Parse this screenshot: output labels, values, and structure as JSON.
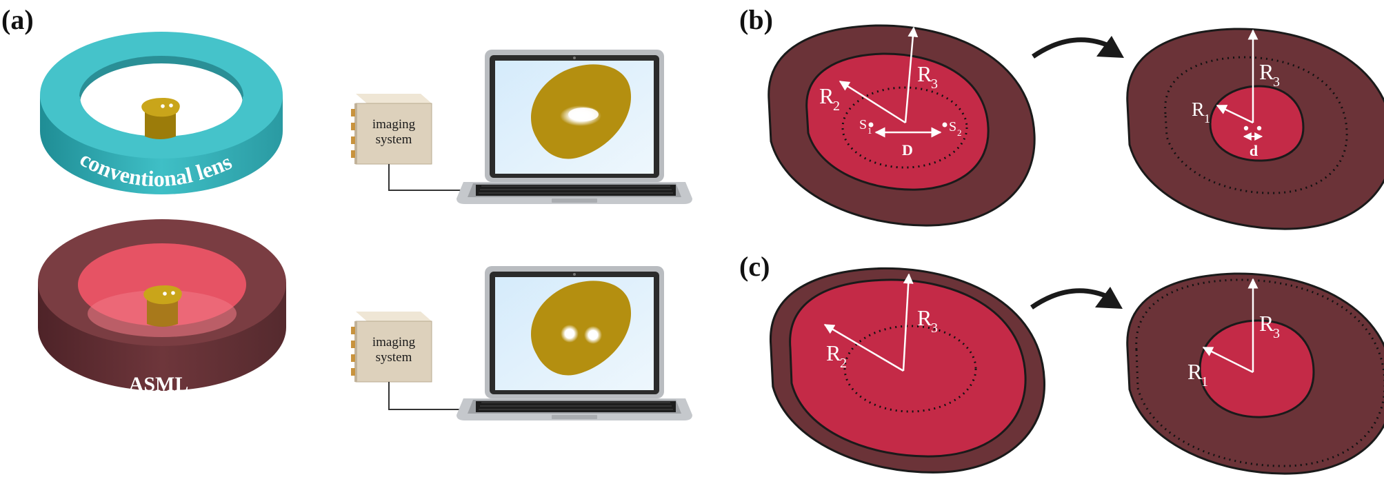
{
  "panels": {
    "a": "(a)",
    "b": "(b)",
    "c": "(c)"
  },
  "lenses": {
    "conventional": "conventional lens",
    "asml": "ASML"
  },
  "imaging_system_line1": "imaging",
  "imaging_system_line2": "system",
  "radii": {
    "R1": "R",
    "R1_sub": "1",
    "R2": "R",
    "R2_sub": "2",
    "R3": "R",
    "R3_sub": "3"
  },
  "sources": {
    "s1": "S",
    "s1_sub": "1",
    "s2": "S",
    "s2_sub": "2"
  },
  "distances": {
    "D": "D",
    "d": "d"
  },
  "colors": {
    "teal": "#3fbcc3",
    "maroon": "#6b3338",
    "crimson": "#c42a47",
    "gold": "#b9960f",
    "pink": "#e3505f"
  }
}
